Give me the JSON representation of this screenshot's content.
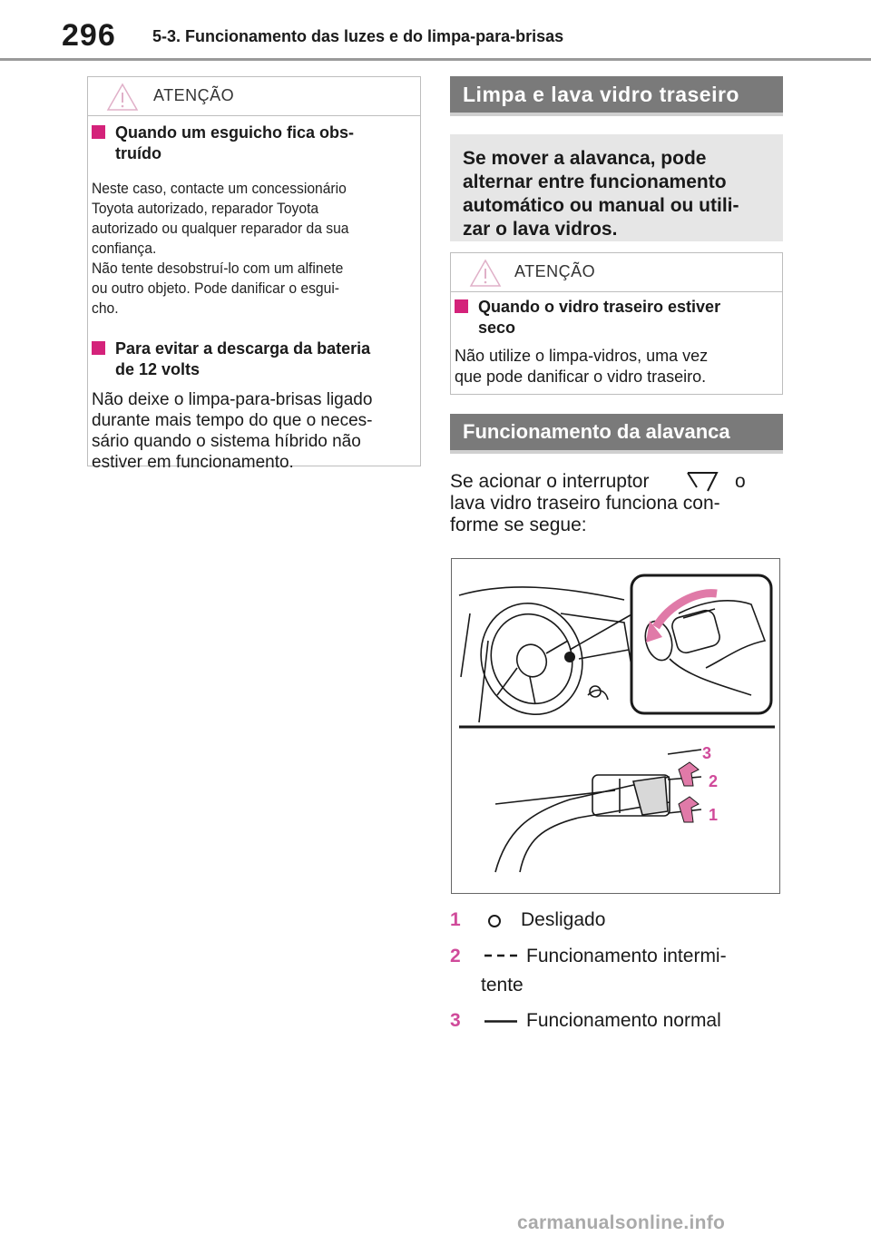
{
  "header": {
    "page_number": "296",
    "chapter_title": "5-3. Funcionamento das luzes e do limpa-para-brisas"
  },
  "left_warning": {
    "label": "ATENÇÃO",
    "item1_title_l1": "Quando um esguicho fica obs-",
    "item1_title_l2": "truído",
    "item1_body": [
      "Neste caso, contacte um concessionário",
      "Toyota autorizado, reparador Toyota",
      "autorizado ou qualquer reparador da sua",
      "confiança.",
      "Não tente desobstruí-lo com um alfinete",
      "ou outro objeto. Pode danificar o esgui-",
      "cho."
    ],
    "item2_title_l1": "Para evitar a descarga da bateria",
    "item2_title_l2": "de 12 volts",
    "item2_body": [
      "Não deixe o limpa-para-brisas ligado",
      "durante mais tempo do que o neces-",
      "sário quando o sistema híbrido não",
      "estiver em funcionamento."
    ]
  },
  "right": {
    "section1_title": "Limpa e lava vidro traseiro",
    "intro": [
      "Se mover a alavanca, pode",
      "alternar entre funcionamento",
      "automático ou manual ou utili-",
      "zar o lava vidros."
    ],
    "warning": {
      "label": "ATENÇÃO",
      "title_l1": "Quando o vidro traseiro estiver",
      "title_l2": "seco",
      "body": [
        "Não utilize o limpa-vidros, uma vez",
        "que pode danificar o vidro traseiro."
      ]
    },
    "section2_title": "Funcionamento da alavanca",
    "para_l1a": "Se acionar o interruptor",
    "para_l1b": "o",
    "para_l2": "lava vidro traseiro funciona con-",
    "para_l3": "forme se segue:",
    "figure_labels": [
      "3",
      "2",
      "1"
    ],
    "legend": [
      {
        "num": "1",
        "text": "Desligado"
      },
      {
        "num": "2",
        "text_l1": "Funcionamento intermi-",
        "text_l2": "tente"
      },
      {
        "num": "3",
        "text": "Funcionamento normal"
      }
    ],
    "accent_color": "#d4227a"
  },
  "watermark": "carmanualsonline.info"
}
